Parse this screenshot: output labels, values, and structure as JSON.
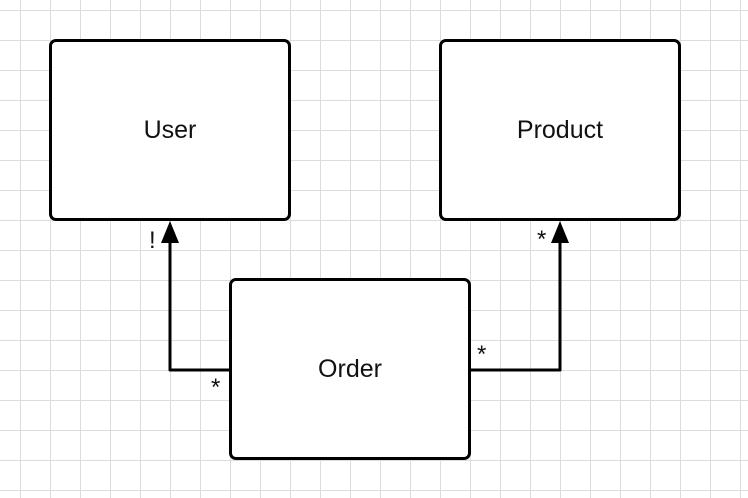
{
  "entities": {
    "user": {
      "label": "User"
    },
    "product": {
      "label": "Product"
    },
    "order": {
      "label": "Order"
    }
  },
  "relations": [
    {
      "from": "order",
      "to": "user",
      "from_multiplicity": "*",
      "to_multiplicity": "!"
    },
    {
      "from": "order",
      "to": "product",
      "from_multiplicity": "*",
      "to_multiplicity": "*"
    }
  ],
  "colors": {
    "line": "#000000",
    "grid": "#dcdcdc",
    "background": "#ffffff"
  }
}
